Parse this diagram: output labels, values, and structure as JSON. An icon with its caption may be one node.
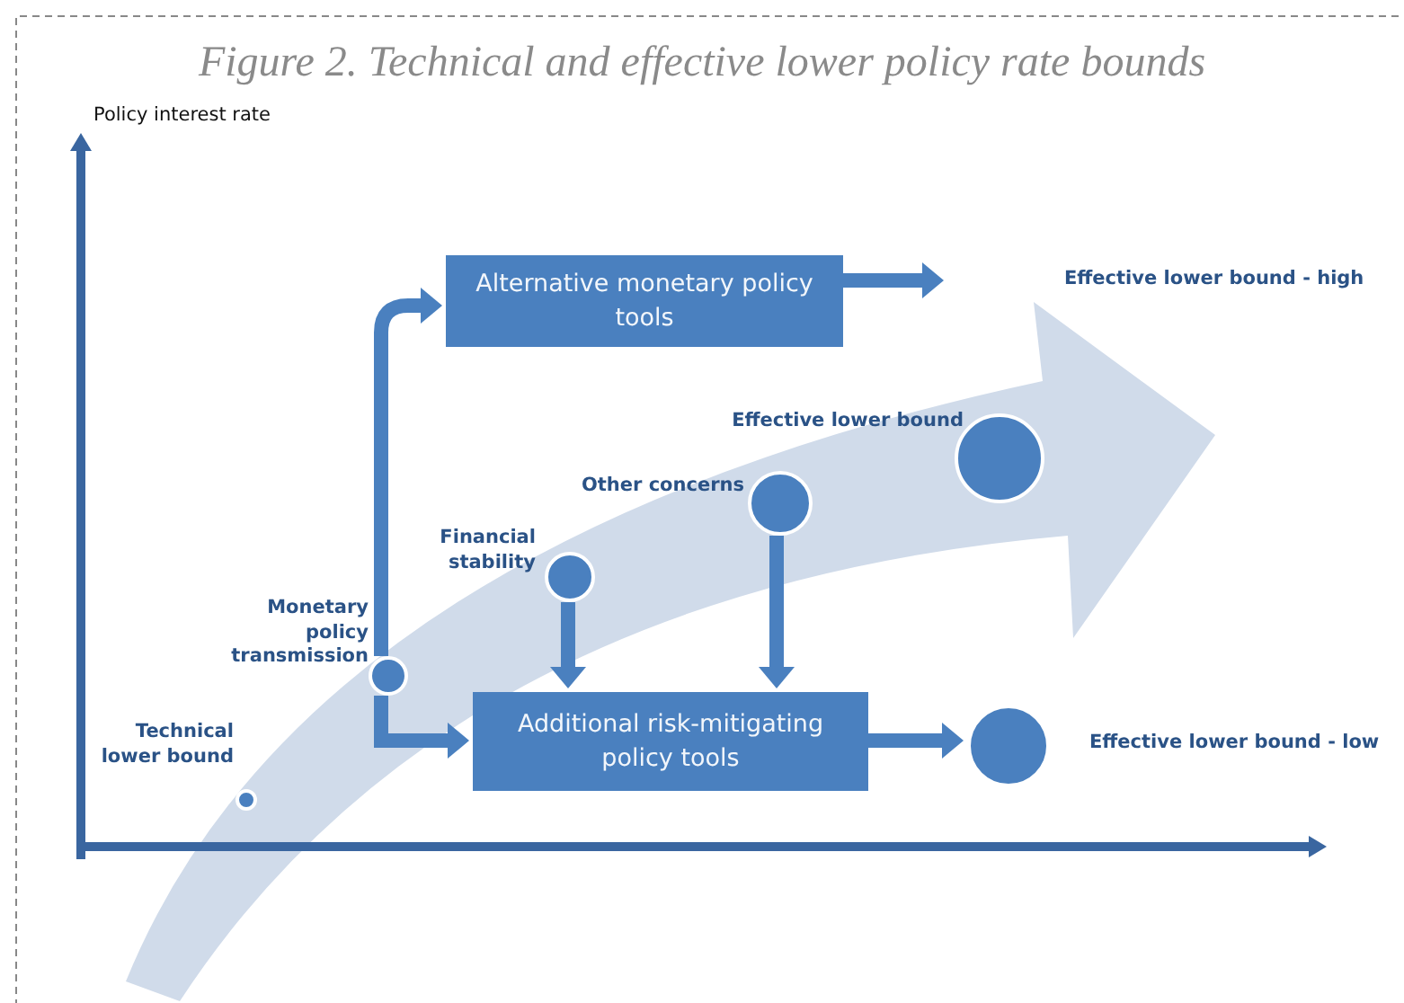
{
  "diagram": {
    "title": "Figure 2. Technical and effective lower policy rate bounds",
    "nodes": [
      {
        "text": [
          "Alternative monetary policy tools"
        ]
      },
      {
        "text": [
          "Additional risk-mitigating policy tools"
        ]
      },
      {
        "text": [],
        "shape": "circle",
        "beside": [
          "Technical lower bound"
        ]
      },
      {
        "text": [],
        "shape": "circle",
        "beside": [
          "Monetary policy transmission"
        ]
      },
      {
        "text": [],
        "shape": "circle",
        "beside": [
          "Financial stability"
        ]
      },
      {
        "text": [],
        "shape": "circle",
        "beside": [
          "Other concerns"
        ]
      },
      {
        "text": [],
        "shape": "circle",
        "beside": [
          "Effective lower bound"
        ]
      },
      {
        "text": [],
        "shape": "circle",
        "beside": [
          "Effective lower bound - low"
        ]
      }
    ],
    "edges": [
      {
        "from": 3,
        "to": 0,
        "arrow": "to"
      },
      {
        "from": 3,
        "to": 1,
        "arrow": "to"
      },
      {
        "from": 4,
        "to": 1,
        "arrow": "to"
      },
      {
        "from": 5,
        "to": 1,
        "arrow": "to"
      },
      {
        "from": 1,
        "to": 7,
        "arrow": "to"
      },
      {
        "from": 0,
        "to": null,
        "arrow": "to"
      }
    ],
    "labels": [
      "Policy interest rate",
      "Effective lower bound - high"
    ]
  }
}
